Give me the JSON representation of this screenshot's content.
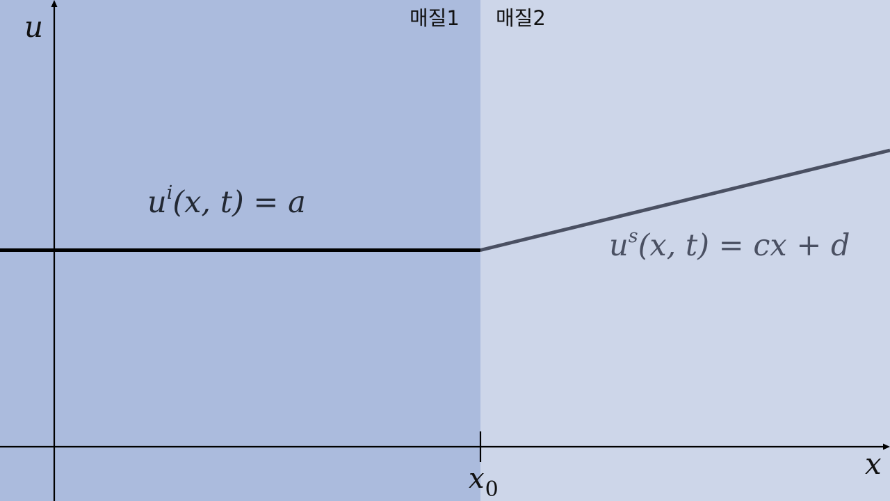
{
  "colors": {
    "medium1": "#abbbdd",
    "medium2": "#cdd6e9",
    "axis": "#000000",
    "incident_line": "#000000",
    "scattered_line": "#4a5062"
  },
  "medium_labels": {
    "medium1": "매질1",
    "medium2": "매질2"
  },
  "axes": {
    "vertical_label": "u",
    "horizontal_label": "x",
    "interface_tick_label": "x",
    "interface_tick_subscript": "0"
  },
  "equations": {
    "incident": {
      "base": "u",
      "superscript": "i",
      "rest": "(x, t) = a"
    },
    "scattered": {
      "base": "u",
      "superscript": "s",
      "rest": "(x, t) = cx + d"
    }
  }
}
